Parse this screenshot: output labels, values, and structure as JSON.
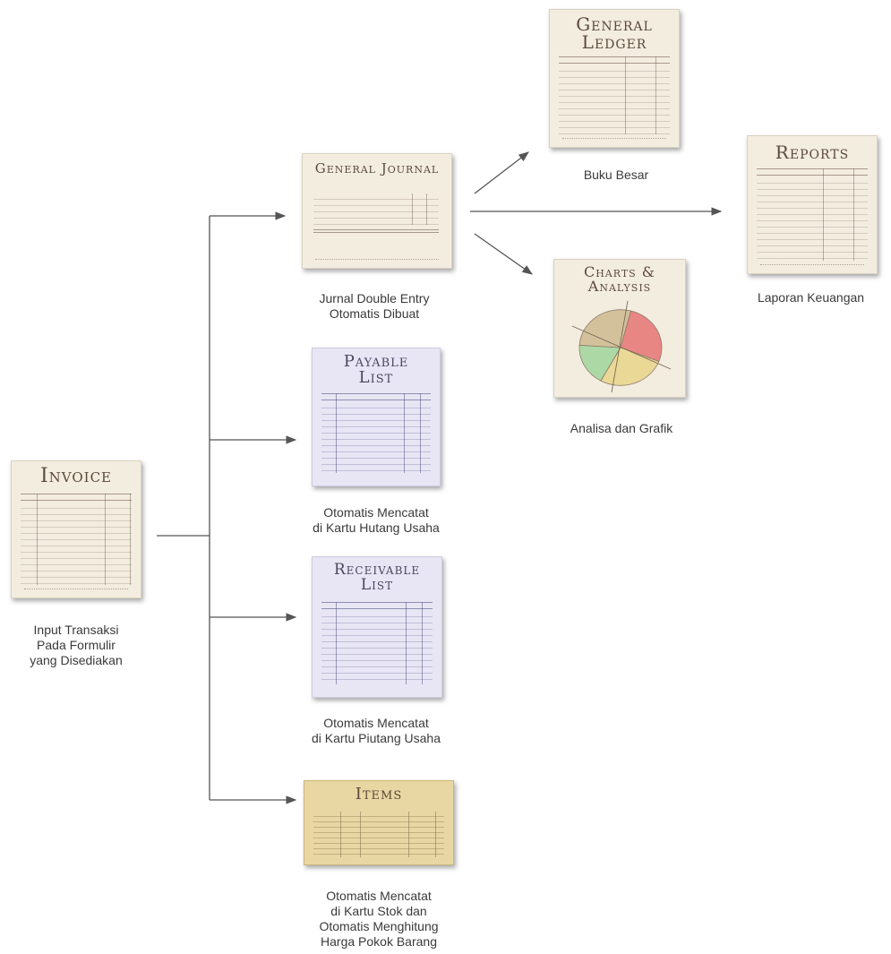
{
  "nodes": {
    "invoice": {
      "title": "Invoice",
      "caption": "Input Transaksi\nPada Formulir\nyang Disediakan"
    },
    "general_journal": {
      "title": "General Journal",
      "caption": "Jurnal Double Entry\nOtomatis Dibuat"
    },
    "payable_list": {
      "title": "Payable\nList",
      "caption": "Otomatis Mencatat\ndi Kartu Hutang Usaha"
    },
    "receivable_list": {
      "title": "Receivable\nList",
      "caption": "Otomatis Mencatat\ndi Kartu Piutang Usaha"
    },
    "items": {
      "title": "Items",
      "caption": "Otomatis Mencatat\ndi Kartu Stok dan\nOtomatis Menghitung\nHarga Pokok Barang"
    },
    "general_ledger": {
      "title": "General\nLedger",
      "caption": "Buku Besar"
    },
    "charts_analysis": {
      "title": "Charts &\nAnalysis",
      "caption": "Analisa dan Grafik"
    },
    "reports": {
      "title": "Reports",
      "caption": "Laporan Keuangan"
    }
  },
  "colors": {
    "connector": "#555555",
    "paper_cream": "#f3ede0",
    "paper_lilac": "#e8e6f4",
    "paper_tan": "#e8d6a3",
    "pie_red": "#e57373",
    "pie_yellow": "#e8d48a",
    "pie_green": "#9fd49a",
    "pie_tan": "#cdb98f"
  },
  "pie": {
    "slices": [
      27,
      27,
      18,
      28
    ]
  }
}
